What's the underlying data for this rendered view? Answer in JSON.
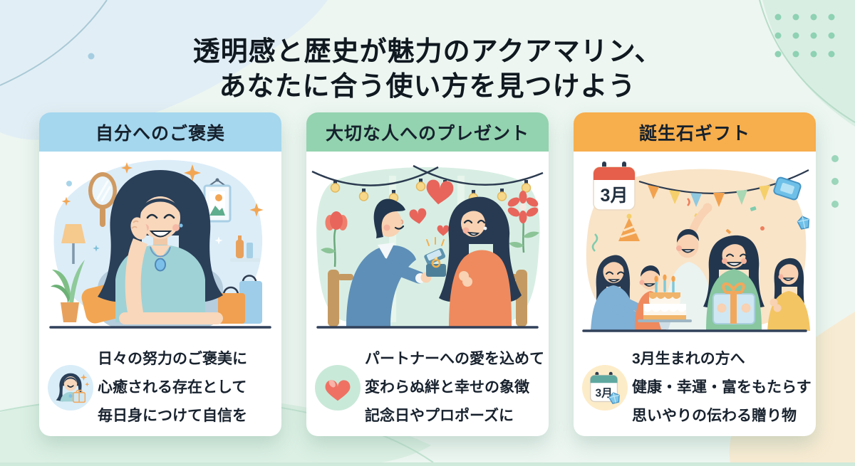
{
  "page": {
    "title_line1": "透明感と歴史が魅力のアクアマリン、",
    "title_line2": "あなたに合う使い方を見つけよう"
  },
  "colors": {
    "background_mint": "#edf6f1",
    "card1_header_blue": "#a5d7ee",
    "card2_header_green": "#93d3af",
    "card3_header_orange": "#f7ae4c",
    "title_text": "#101820",
    "body_text": "#18222e",
    "heart_coral": "#ef7163",
    "gem_blue": "#6fc0e8"
  },
  "cards": [
    {
      "id": "self-reward",
      "header": "自分へのご褒美",
      "icon": "woman-gift-icon",
      "lines": [
        "日々の努力のご褒美に",
        "心癒される存在として",
        "毎日身につけて自信を"
      ]
    },
    {
      "id": "gift-for-loved-one",
      "header": "大切な人へのプレゼント",
      "icon": "heart-icon",
      "lines": [
        "パートナーへの愛を込めて",
        "変わらぬ絆と幸せの象徴",
        "記念日やプロポーズに"
      ]
    },
    {
      "id": "birthstone-gift",
      "header": "誕生石ギフト",
      "icon": "calendar-gem-icon",
      "calendar_label": "3月",
      "icon_calendar_label": "3月",
      "lines": [
        "3月生まれの方へ",
        "健康・幸運・富をもたらす",
        "思いやりの伝わる贈り物"
      ]
    }
  ]
}
